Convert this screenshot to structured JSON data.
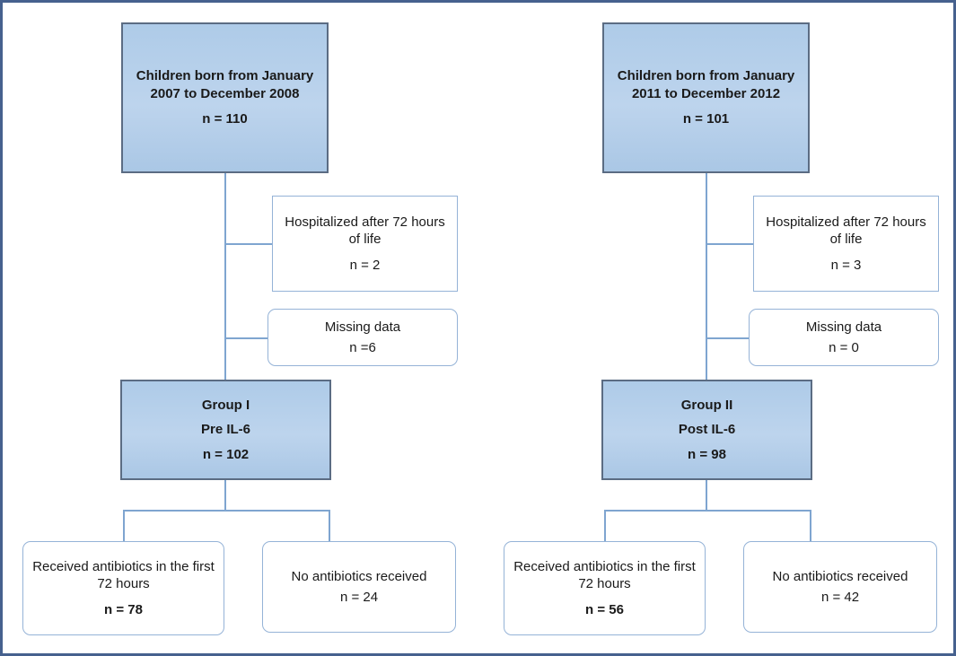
{
  "diagram": {
    "type": "flowchart",
    "description": "Two-arm cohort enrollment flow diagram",
    "colors": {
      "frame_border": "#46618e",
      "filled_box_fill": "#b3cee8",
      "filled_box_border": "#5b6c83",
      "outline_box_border": "#95b3d7",
      "connector": "#7fa5d0",
      "text": "#1a1a1a"
    }
  },
  "columns": [
    {
      "name": "left",
      "top_box": {
        "label": "Children born from January 2007 to December 2008",
        "n": "n = 110"
      },
      "hospitalized_box": {
        "label": "Hospitalized after 72 hours of life",
        "n": "n = 2"
      },
      "missing_box": {
        "label": "Missing data",
        "n": "n =6"
      },
      "group_box": {
        "line1": "Group I",
        "line2": "Pre IL-6",
        "n": "n = 102"
      },
      "received_box": {
        "label": "Received antibiotics in the first 72 hours",
        "n": "n = 78"
      },
      "no_antibiotics_box": {
        "label": "No antibiotics received",
        "n": "n = 24"
      }
    },
    {
      "name": "right",
      "top_box": {
        "label": "Children born from January 2011 to December 2012",
        "n": "n = 101"
      },
      "hospitalized_box": {
        "label": "Hospitalized after 72 hours of life",
        "n": "n = 3"
      },
      "missing_box": {
        "label": "Missing data",
        "n": "n = 0"
      },
      "group_box": {
        "line1": "Group II",
        "line2": "Post IL-6",
        "n": "n = 98"
      },
      "received_box": {
        "label": "Received antibiotics in the first 72 hours",
        "n": "n = 56"
      },
      "no_antibiotics_box": {
        "label": "No antibiotics received",
        "n": "n = 42"
      }
    }
  ]
}
